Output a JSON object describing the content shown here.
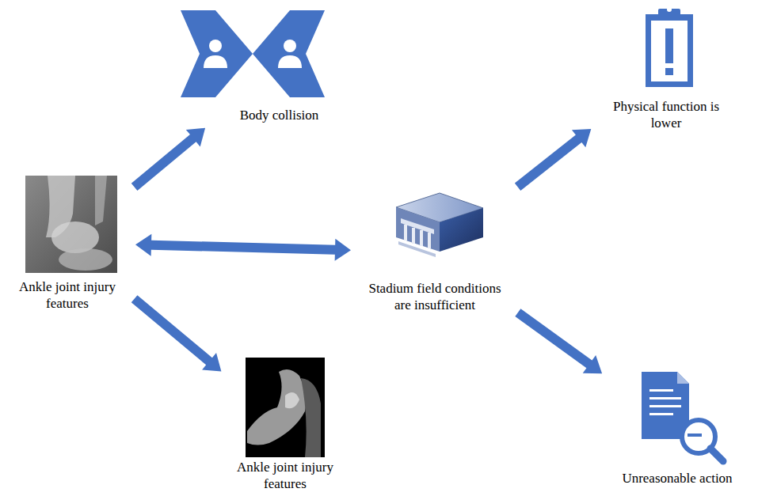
{
  "diagram": {
    "nodes": [
      {
        "text": [
          "Body collision"
        ]
      },
      {
        "text": [
          "Physical function is lower"
        ]
      },
      {
        "text": [
          "Ankle joint injury features"
        ]
      },
      {
        "text": [
          "Stadium field conditions are insufficient"
        ]
      },
      {
        "text": [
          "Ankle joint injury features"
        ]
      },
      {
        "text": [
          "Unreasonable action"
        ]
      }
    ],
    "edges": [
      {
        "from": 2,
        "to": 0,
        "arrow": "to"
      },
      {
        "from": 2,
        "to": 3,
        "arrow": "both"
      },
      {
        "from": 2,
        "to": 4,
        "arrow": "to"
      },
      {
        "from": 3,
        "to": 1,
        "arrow": "to"
      },
      {
        "from": 3,
        "to": 5,
        "arrow": "to"
      }
    ]
  }
}
